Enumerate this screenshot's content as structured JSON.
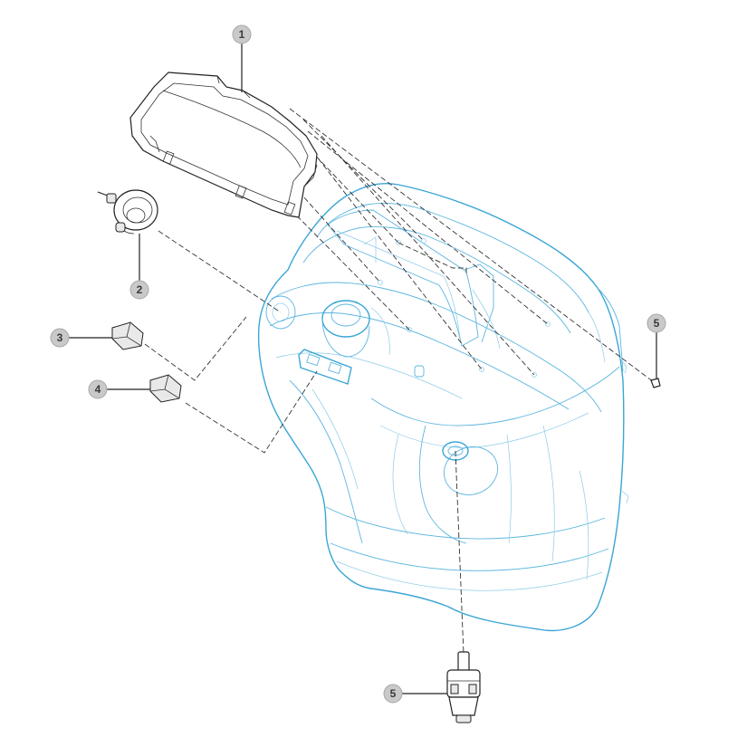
{
  "callouts": [
    {
      "label": "1"
    },
    {
      "label": "2"
    },
    {
      "label": "3"
    },
    {
      "label": "4"
    },
    {
      "label": "5"
    },
    {
      "label": "5"
    }
  ],
  "colors": {
    "housing_outline": "#3aa6d6",
    "parts_outline": "#222222",
    "callout_fill": "#c9c9c9"
  }
}
